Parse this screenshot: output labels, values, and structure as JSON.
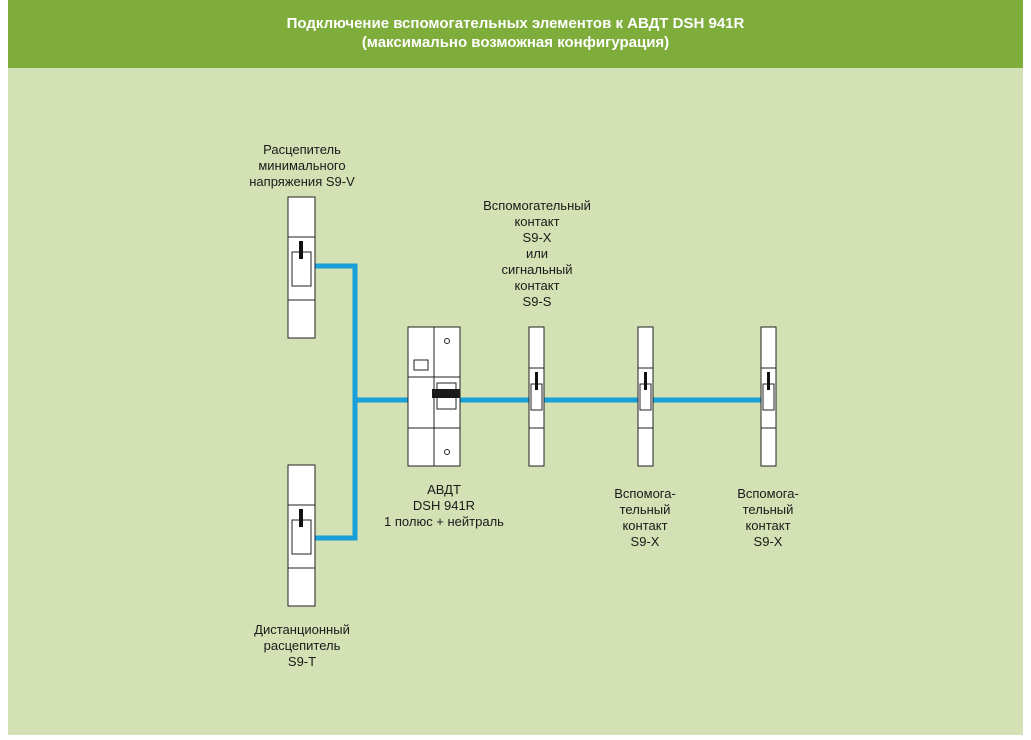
{
  "header": {
    "title_line1": "Подключение вспомогательных элементов к АВДТ DSH 941R",
    "title_line2": "(максимально возможная конфигурация)"
  },
  "colors": {
    "header_bg": "#7fad3c",
    "panel_bg": "#d4e1b4",
    "connector": "#1aa0d8",
    "device_fill": "#ffffff",
    "device_stroke": "#222222"
  },
  "labels": {
    "undervoltage": "Расцепитель\nминимального\nнапряжения S9-V",
    "shunt": "Дистанционный\nрасцепитель\nS9-T",
    "aux_or_signal": "Вспомогательный\nконтакт\nS9-X\nили\nсигнальный\nконтакт\nS9-S",
    "rcbo": "АВДТ\nDSH 941R\n1 полюс + нейтраль",
    "aux1": "Вспомога-\nтельный\nконтакт\nS9-X",
    "aux2": "Вспомога-\nтельный\nконтакт\nS9-X"
  }
}
